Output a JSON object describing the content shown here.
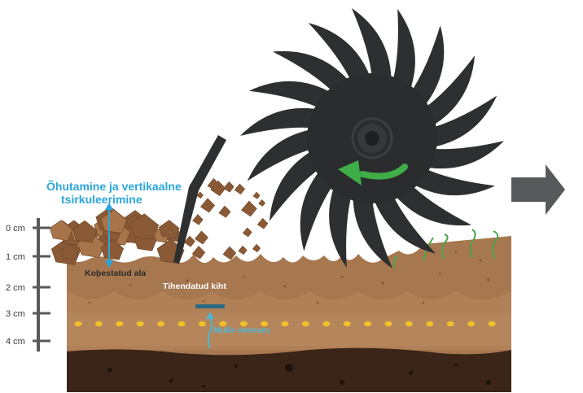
{
  "scale": {
    "ticks": [
      "0 cm",
      "1 cm",
      "2 cm",
      "3 cm",
      "4 cm"
    ]
  },
  "labels": {
    "aeration_line1": "Õhutamine ja vertikaalne",
    "aeration_line2": "tsirkuleerimine",
    "loosened_area": "Kobestatud ala",
    "compacted_layer": "Tihendatud kiht",
    "water_reserve": "Mulla veevaru"
  },
  "colors": {
    "aeration_text": "#2aa6dc",
    "water_text": "#4fb6d4",
    "dark_label": "#2b2b2b",
    "light_label": "#ffffff",
    "rotation_arrow": "#3fae49",
    "wheel": "#2e2f31",
    "direction_arrow": "#58595b",
    "soil_top": "#a7774f",
    "soil_mid": "#b8865b",
    "soil_deep": "#3a2518",
    "clods": "#8a5a36",
    "seeds": "#f2c029"
  },
  "icons": {
    "rotation": "curved-arrow-counterclockwise-icon",
    "direction": "arrow-right-icon",
    "aeration": "double-arrow-vertical-icon",
    "water": "arrow-up-icon"
  }
}
